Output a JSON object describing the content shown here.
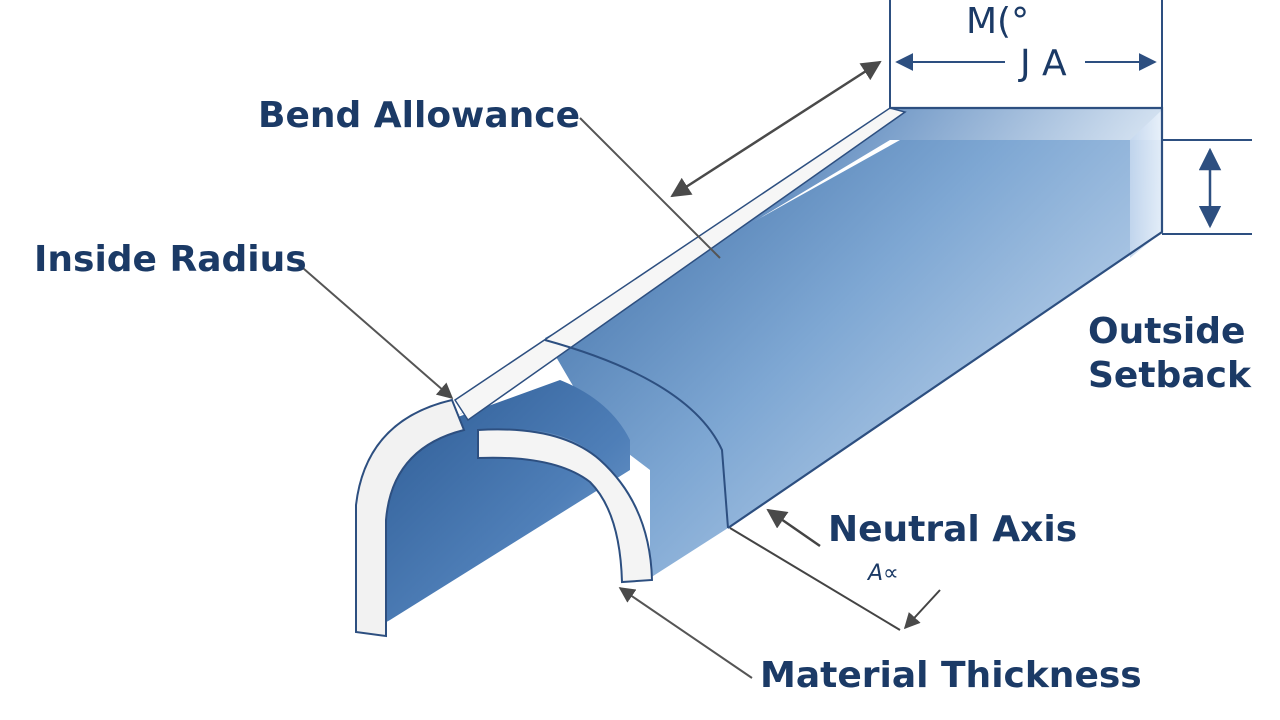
{
  "labels": {
    "bend_allowance": "Bend Allowance",
    "inside_radius": "Inside Radius",
    "outside_setback": [
      "Outside",
      "Setback"
    ],
    "neutral_axis": "Neutral Axis",
    "neutral_axis_sub": "A∝",
    "material_thickness": "Material Thickness",
    "top_dim_line1": "M(°",
    "top_dim_line2": "J A"
  },
  "colors": {
    "label_text": "#1b3a66",
    "leader_line": "#555555",
    "dimension_line": "#2d4f80",
    "metal_dark": "#2f5d95",
    "metal_mid": "#6e98c8",
    "metal_light": "#d6e5f4",
    "edge_white": "#f2f2f2"
  }
}
